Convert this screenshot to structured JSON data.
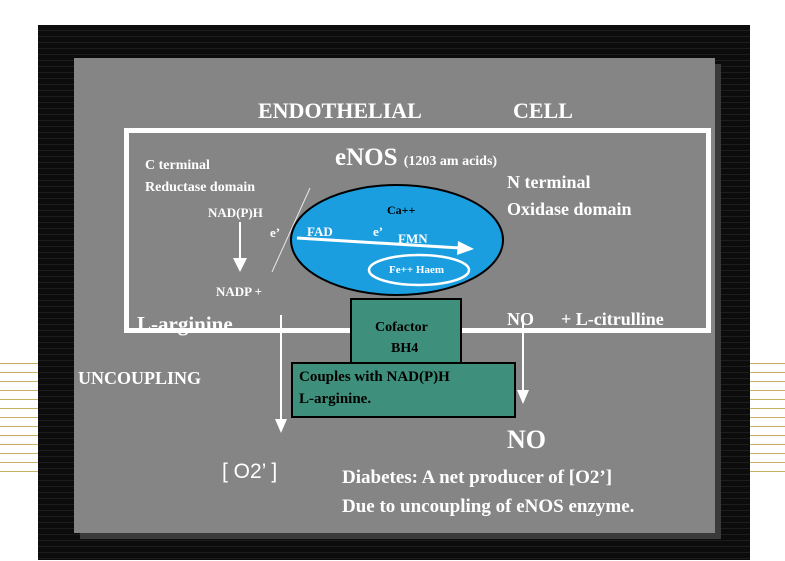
{
  "title": {
    "left": "ENDOTHELIAL",
    "right": "CELL"
  },
  "enzyme": {
    "name": "eNOS",
    "size": "(1203 am acids)"
  },
  "c_terminal": {
    "line1": "C terminal",
    "line2": "Reductase domain"
  },
  "n_terminal": {
    "line1": "N terminal",
    "line2": "Oxidase domain"
  },
  "cofactors": {
    "nadph": "NAD(P)H",
    "e_left": "e’",
    "nadp": "NADP +"
  },
  "ellipse": {
    "ca": "Ca++",
    "fad": "FAD",
    "e_inner": "e’",
    "fmn": "FMN",
    "haem": "Fe++ Haem"
  },
  "substrate": "L-arginine",
  "products": {
    "no": "NO",
    "citrulline": "+ L-citrulline"
  },
  "cofactor_box": {
    "line1": "Cofactor",
    "line2": "BH4"
  },
  "couples_box": {
    "line1": "Couples with NAD(P)H",
    "line2": "L-arginine."
  },
  "uncoupling": "UNCOUPLING",
  "superoxide": "[ O2’ ]",
  "no_big": "NO",
  "diabetes": {
    "line1": "Diabetes: A  net producer of [O2’]",
    "line2": "Due to uncoupling of eNOS enzyme."
  },
  "colors": {
    "ellipse": "#1a9ee0",
    "box": "#3e8f7b",
    "panel": "#858585"
  }
}
